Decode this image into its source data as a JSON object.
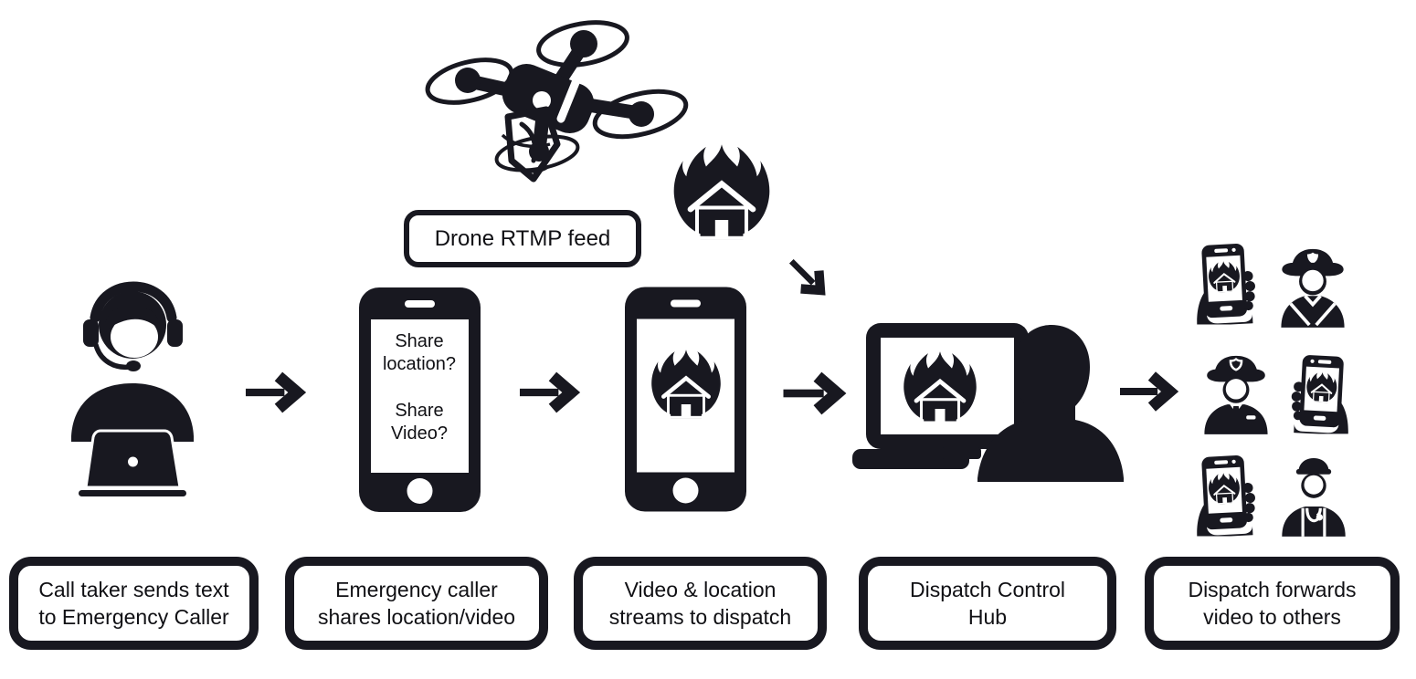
{
  "colors": {
    "ink": "#181820",
    "background": "#ffffff",
    "text": "#101014"
  },
  "drone_feed": {
    "label": "Drone RTMP feed"
  },
  "caller_phone": {
    "prompt_location": "Share location?",
    "prompt_video": "Share Video?"
  },
  "steps": [
    {
      "lines": [
        "Call taker sends text",
        "to Emergency Caller"
      ]
    },
    {
      "lines": [
        "Emergency caller",
        "shares location/video"
      ]
    },
    {
      "lines": [
        "Video & location",
        "streams to dispatch"
      ]
    },
    {
      "lines": [
        "Dispatch Control",
        "Hub"
      ]
    },
    {
      "lines": [
        "Dispatch forwards",
        "video to others"
      ]
    }
  ],
  "icons": {
    "drone": "quadcopter-drone",
    "burning_house": "house-on-fire",
    "call_taker": "call-taker-with-headset-at-laptop",
    "smartphone": "smartphone",
    "dispatch_hub": "dispatcher-viewing-laptop",
    "arrows": [
      "right",
      "down-right",
      "right",
      "right",
      "right"
    ],
    "responders": [
      "hand-holding-phone",
      "firefighter",
      "police-officer",
      "hand-holding-phone",
      "hand-holding-phone",
      "medic"
    ]
  }
}
